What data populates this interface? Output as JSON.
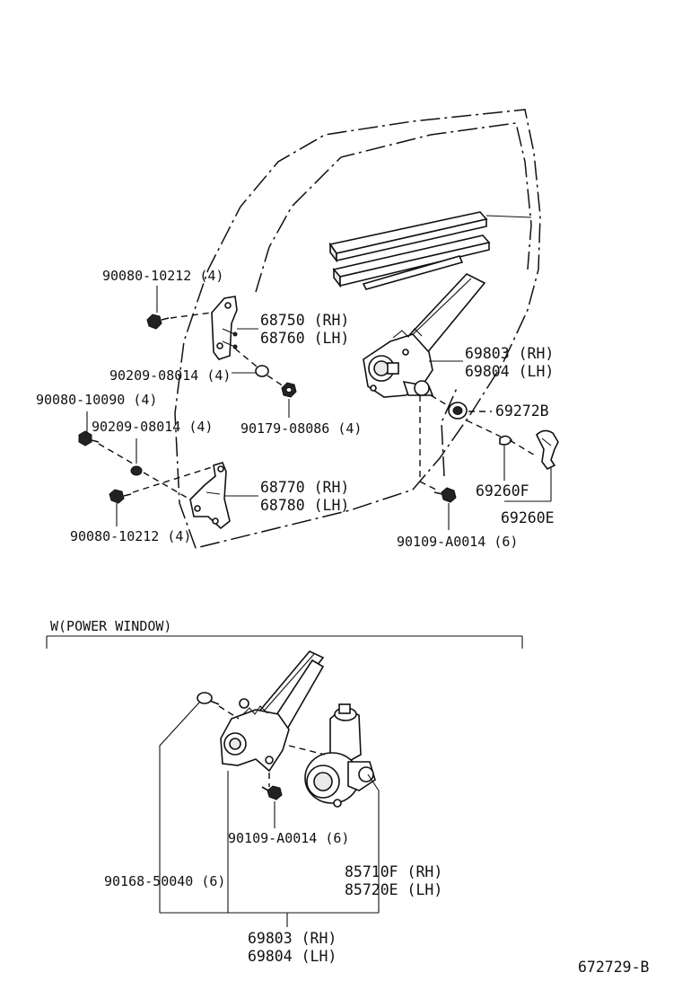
{
  "labels": {
    "bolt_upper_hinge": "90080-10212 (4)",
    "hinge_upper_rh": "68750 (RH)",
    "hinge_upper_lh": "68760 (LH)",
    "washer_upper": "90209-08014 (4)",
    "bolt_side": "90080-10090 (4)",
    "washer_lower": "90209-08014 (4)",
    "nut": "90179-08086 (4)",
    "hinge_lower_rh": "68770 (RH)",
    "hinge_lower_lh": "68780 (LH)",
    "bolt_lower_hinge": "90080-10212 (4)",
    "regulator_rh": "69803 (RH)",
    "regulator_lh": "69804 (LH)",
    "part_69272b": "69272B",
    "part_69260f": "69260F",
    "part_69260e": "69260E",
    "bolt_regulator": "90109-A0014 (6)",
    "section_title": "W(POWER WINDOW)",
    "pw_bolt": "90109-A0014 (6)",
    "pw_rivet": "90168-50040 (6)",
    "motor_rh": "85710F (RH)",
    "motor_lh": "85720E (LH)",
    "pw_regulator_rh": "69803 (RH)",
    "pw_regulator_lh": "69804 (LH)",
    "diagram_id": "672729-B"
  }
}
